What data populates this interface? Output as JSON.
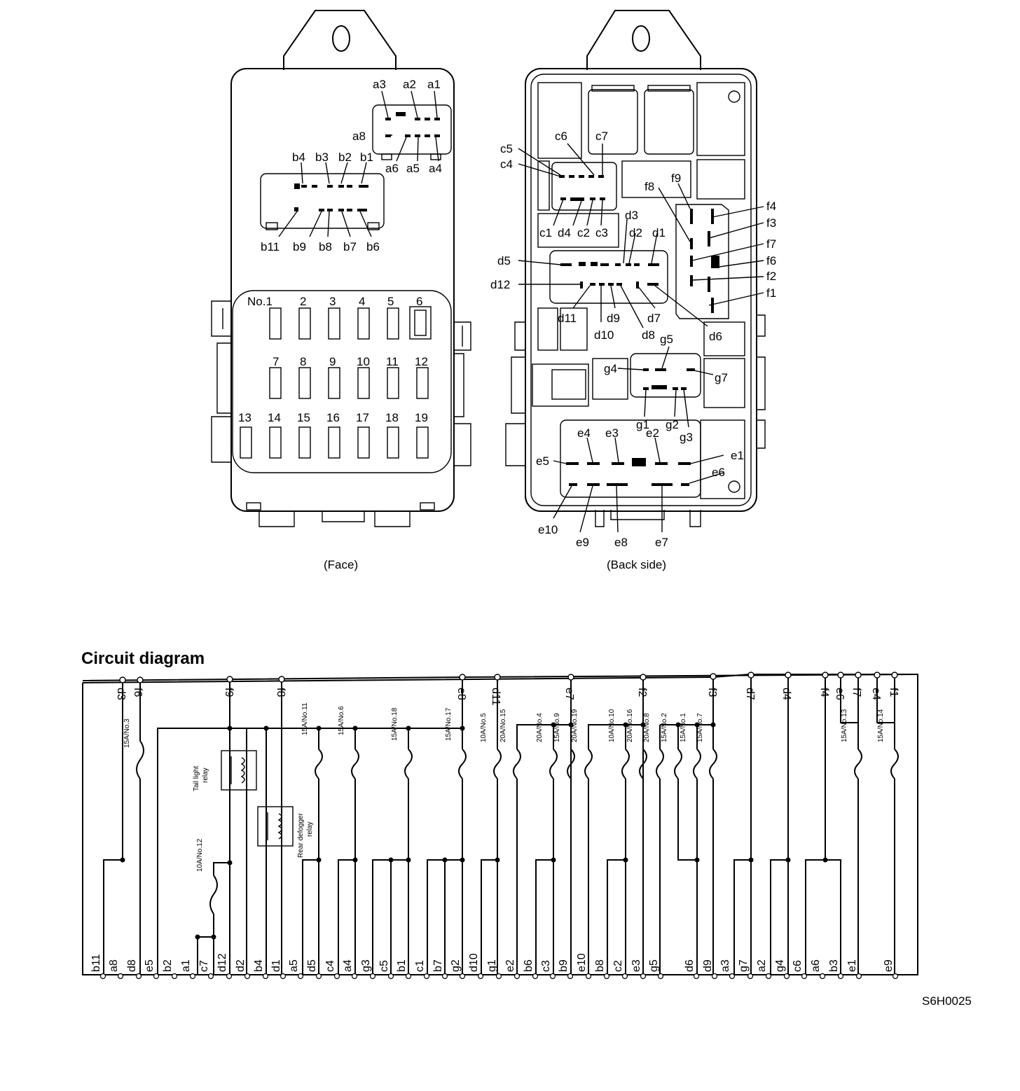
{
  "diagram": {
    "face_caption": "(Face)",
    "back_caption": "(Back side)",
    "circuit_title": "Circuit diagram",
    "figure_code": "S6H0025",
    "face_connector_labels": [
      "a3",
      "a2",
      "a1",
      "a8",
      "a6",
      "a5",
      "a4",
      "b4",
      "b3",
      "b2",
      "b1",
      "b11",
      "b9",
      "b8",
      "b7",
      "b6"
    ],
    "fuse_numbers": [
      "No.1",
      "2",
      "3",
      "4",
      "5",
      "6",
      "7",
      "8",
      "9",
      "10",
      "11",
      "12",
      "13",
      "14",
      "15",
      "16",
      "17",
      "18",
      "19"
    ],
    "back_connector_labels": [
      "c6",
      "c7",
      "c5",
      "c4",
      "f8",
      "f9",
      "f4",
      "f3",
      "f7",
      "f6",
      "f2",
      "f1",
      "c1",
      "d4",
      "c2",
      "c3",
      "d3",
      "d2",
      "d1",
      "d5",
      "d12",
      "d11",
      "d9",
      "d10",
      "d8",
      "d7",
      "d6",
      "g5",
      "g4",
      "g7",
      "g1",
      "g2",
      "g3",
      "e4",
      "e3",
      "e2",
      "e5",
      "e1",
      "e6",
      "e10",
      "e9",
      "e8",
      "e7"
    ],
    "top_terminals": [
      "d3",
      "f6",
      "f9",
      "f8",
      "e8",
      "d11",
      "e7",
      "f2",
      "f3",
      "d7",
      "d4",
      "f4",
      "e6",
      "f7",
      "e4",
      "f1"
    ],
    "fuse_ratings": [
      "15A/No.3",
      "15A/No.11",
      "15A/No.6",
      "15A/No.18",
      "15A/No.17",
      "10A/No.5",
      "20A/No.15",
      "20A/No.4",
      "15A/No.9",
      "20A/No.19",
      "10A/No.10",
      "20A/No.16",
      "20A/No.8",
      "15A/No.2",
      "15A/No.1",
      "15A/No.7",
      "15A/No.13",
      "15A/No.14",
      "10A/No.12"
    ],
    "relays": [
      "Tail light relay",
      "Rear defogger relay"
    ],
    "bottom_terminals": [
      "b11",
      "a8",
      "d8",
      "e5",
      "b2",
      "a1",
      "c7",
      "d12",
      "d2",
      "b4",
      "d1",
      "a5",
      "d5",
      "c4",
      "a4",
      "g3",
      "c5",
      "b1",
      "c1",
      "b7",
      "g2",
      "d10",
      "g1",
      "e2",
      "b6",
      "c3",
      "b9",
      "e10",
      "b8",
      "c2",
      "e3",
      "g5",
      "d6",
      "d9",
      "a3",
      "g7",
      "a2",
      "g4",
      "c6",
      "a6",
      "b3",
      "e1",
      "e9"
    ]
  }
}
